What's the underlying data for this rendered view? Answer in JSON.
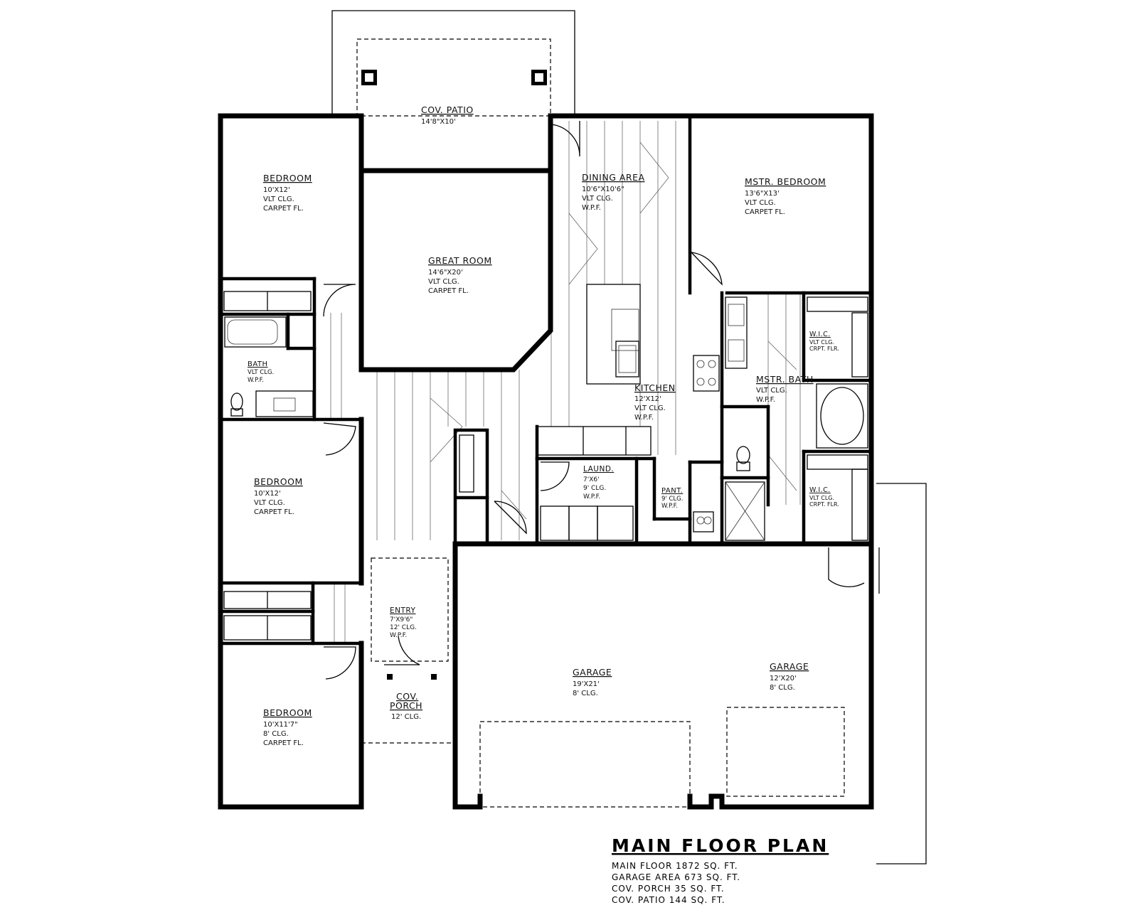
{
  "title": "MAIN FLOOR PLAN",
  "stats": [
    "MAIN FLOOR 1872 SQ. FT.",
    "GARAGE AREA 673 SQ. FT.",
    "COV. PORCH 35 SQ. FT.",
    "COV. PATIO 144 SQ. FT."
  ],
  "rooms": {
    "patio": {
      "name": "COV. PATIO",
      "lines": [
        "14'8\"X10'"
      ]
    },
    "bedroom1": {
      "name": "BEDROOM",
      "lines": [
        "10'X12'",
        "VLT CLG.",
        "CARPET FL."
      ]
    },
    "great_room": {
      "name": "GREAT ROOM",
      "lines": [
        "14'6\"X20'",
        "VLT CLG.",
        "CARPET FL."
      ]
    },
    "dining": {
      "name": "DINING AREA",
      "lines": [
        "10'6\"X10'6\"",
        "VLT CLG.",
        "W.P.F."
      ]
    },
    "master_bedroom": {
      "name": "MSTR. BEDROOM",
      "lines": [
        "13'6\"X13'",
        "VLT CLG.",
        "CARPET FL."
      ]
    },
    "bath": {
      "name": "BATH",
      "lines": [
        "VLT CLG.",
        "W.P.F."
      ]
    },
    "kitchen": {
      "name": "KITCHEN",
      "lines": [
        "12'X12'",
        "VLT CLG.",
        "W.P.F."
      ]
    },
    "master_bath": {
      "name": "MSTR. BATH",
      "lines": [
        "VLT CLG.",
        "W.P.F."
      ]
    },
    "wic1": {
      "name": "W.I.C.",
      "lines": [
        "VLT CLG.",
        "CRPT. FLR."
      ]
    },
    "wic2": {
      "name": "W.I.C.",
      "lines": [
        "VLT CLG.",
        "CRPT. FLR."
      ]
    },
    "bedroom2": {
      "name": "BEDROOM",
      "lines": [
        "10'X12'",
        "VLT CLG.",
        "CARPET FL."
      ]
    },
    "laundry": {
      "name": "LAUND.",
      "lines": [
        "7'X6'",
        "9' CLG.",
        "W.P.F."
      ]
    },
    "pantry": {
      "name": "PANT.",
      "lines": [
        "9' CLG.",
        "W.P.F."
      ]
    },
    "entry": {
      "name": "ENTRY",
      "lines": [
        "7'X9'6\"",
        "12' CLG.",
        "W.P.F."
      ]
    },
    "garage1": {
      "name": "GARAGE",
      "lines": [
        "19'X21'",
        "8' CLG."
      ]
    },
    "garage2": {
      "name": "GARAGE",
      "lines": [
        "12'X20'",
        "8' CLG."
      ]
    },
    "porch": {
      "name": "COV.",
      "name2": "PORCH",
      "lines": [
        "12' CLG."
      ]
    },
    "bedroom3": {
      "name": "BEDROOM",
      "lines": [
        "10'X11'7\"",
        "8' CLG.",
        "CARPET FL."
      ]
    }
  }
}
